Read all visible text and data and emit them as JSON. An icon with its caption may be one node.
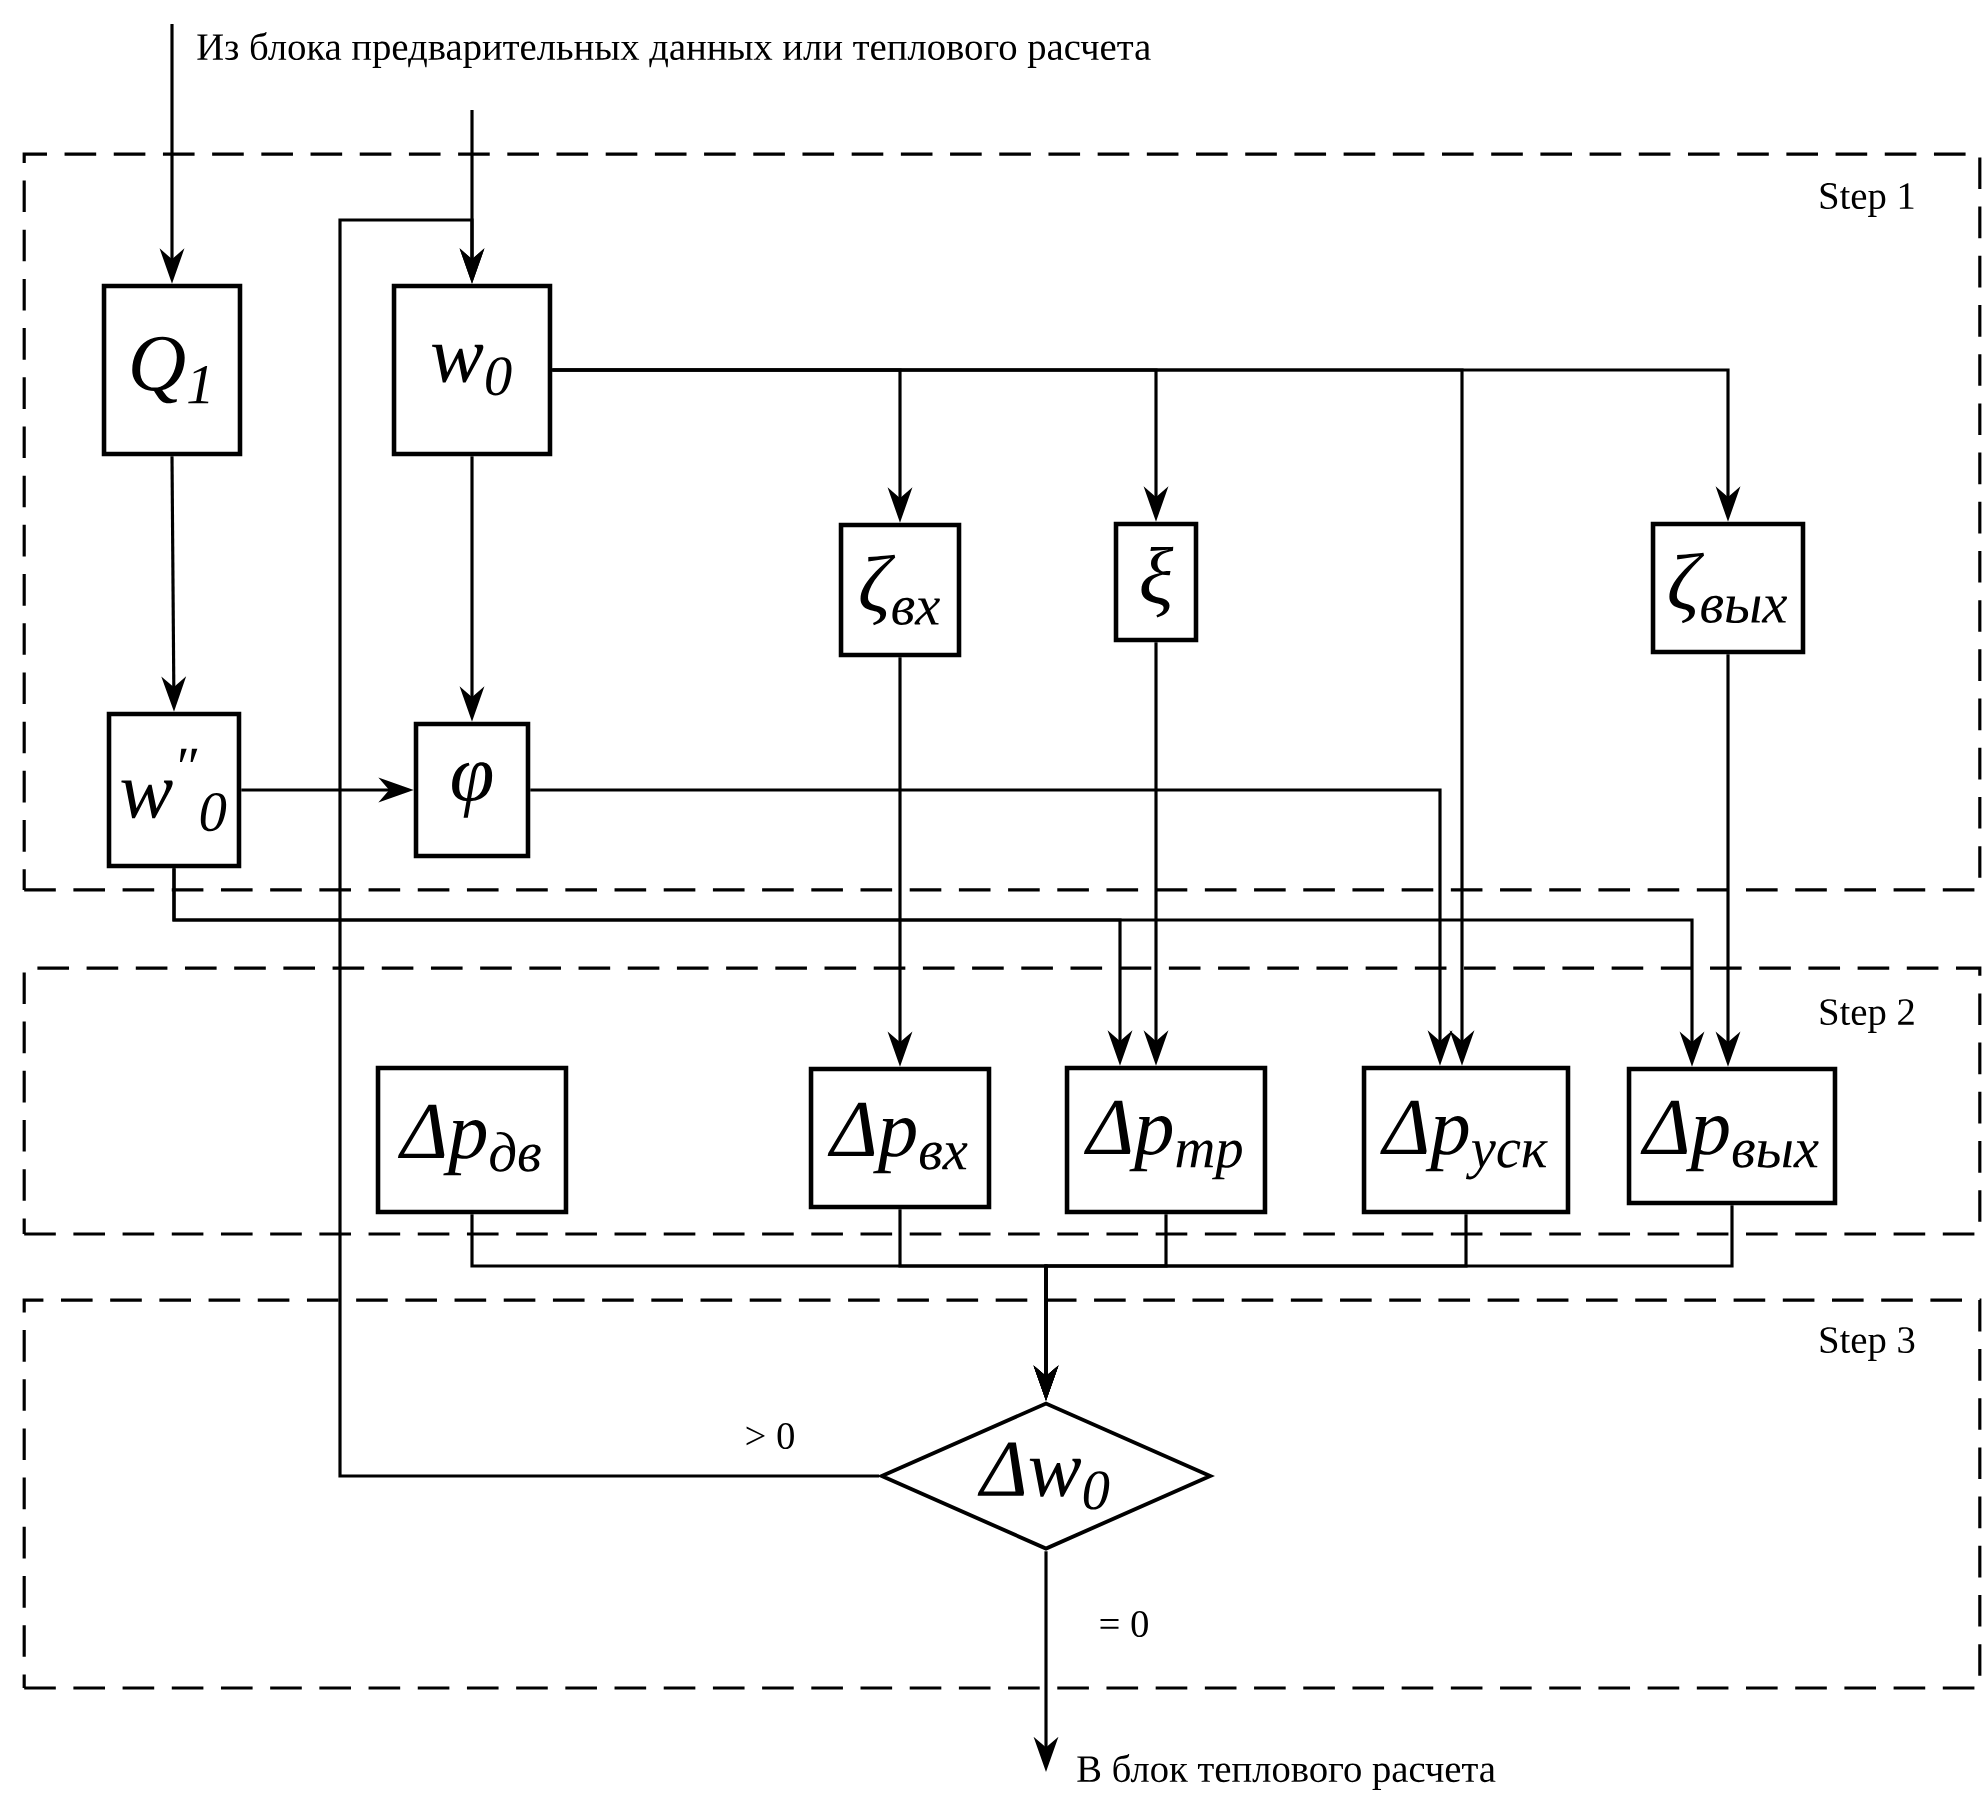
{
  "diagram": {
    "nodes": [
      {
        "text": [
          "Step 1"
        ]
      },
      {
        "text": [
          "Step 2"
        ]
      },
      {
        "text": [
          "Step 3"
        ]
      },
      {
        "text": [
          "Q$_{1}$"
        ],
        "in": 0
      },
      {
        "text": [
          "w$_{0}$"
        ],
        "in": 0
      },
      {
        "text": [
          "ζ$_{вх}$"
        ],
        "in": 0
      },
      {
        "text": [
          "ξ"
        ],
        "in": 0
      },
      {
        "text": [
          "ζ$_{вых}$"
        ],
        "in": 0
      },
      {
        "text": [
          "w$^{″}$$_{0}$"
        ],
        "in": 0
      },
      {
        "text": [
          "φ"
        ],
        "in": 0
      },
      {
        "text": [
          "Δp$_{дв}$"
        ],
        "in": 1
      },
      {
        "text": [
          "Δp$_{вх}$"
        ],
        "in": 1
      },
      {
        "text": [
          "Δp$_{тр}$"
        ],
        "in": 1
      },
      {
        "text": [
          "Δp$_{уск}$"
        ],
        "in": 1
      },
      {
        "text": [
          "Δp$_{вых}$"
        ],
        "in": 1
      },
      {
        "text": [
          "Δw$_{0}$"
        ],
        "in": 2
      },
      {
        "text": [
          "В блок теплового расчета"
        ]
      }
    ],
    "edges": [
      {
        "from": null,
        "to": 3,
        "arrow": "to"
      },
      {
        "from": null,
        "to": 4,
        "arrow": "to"
      },
      {
        "from": 15,
        "to": 4,
        "arrow": "to",
        "label": "> 0"
      },
      {
        "from": 3,
        "to": 8,
        "arrow": "to"
      },
      {
        "from": 4,
        "to": 9,
        "arrow": "to"
      },
      {
        "from": 8,
        "to": 9,
        "arrow": "to"
      },
      {
        "from": 4,
        "to": 5,
        "arrow": "to"
      },
      {
        "from": 4,
        "to": 6,
        "arrow": "to"
      },
      {
        "from": 4,
        "to": 13,
        "arrow": "to"
      },
      {
        "from": 4,
        "to": 7,
        "arrow": "to"
      },
      {
        "from": 5,
        "to": 11,
        "arrow": "to"
      },
      {
        "from": 6,
        "to": 12,
        "arrow": "to"
      },
      {
        "from": 7,
        "to": 14,
        "arrow": "to"
      },
      {
        "from": 9,
        "to": 13,
        "arrow": "to"
      },
      {
        "from": 8,
        "to": 12,
        "arrow": "to"
      },
      {
        "from": 8,
        "to": 14,
        "arrow": "to"
      },
      {
        "from": 10,
        "to": 15,
        "arrow": "to"
      },
      {
        "from": 11,
        "to": 15,
        "arrow": "to"
      },
      {
        "from": 12,
        "to": 15,
        "arrow": "to"
      },
      {
        "from": 13,
        "to": 15,
        "arrow": "to"
      },
      {
        "from": 14,
        "to": 15,
        "arrow": "to"
      },
      {
        "from": 15,
        "to": 16,
        "arrow": "to",
        "label": "= 0"
      }
    ],
    "labels": [
      "Из блока предварительных данных или теплового расчета"
    ]
  }
}
